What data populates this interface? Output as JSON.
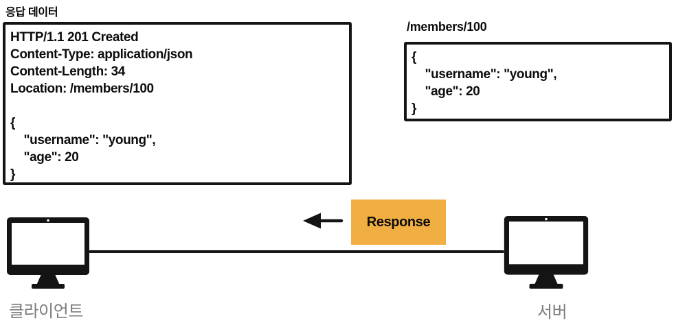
{
  "diagram": {
    "title": "응답 데이터",
    "response_box": {
      "content": "HTTP/1.1 201 Created\nContent-Type: application/json\nContent-Length: 34\nLocation: /members/100\n\n{\n    \"username\": \"young\",\n    \"age\": 20\n}",
      "http_status_line": "HTTP/1.1 201 Created",
      "headers": [
        {
          "name": "Content-Type",
          "value": "application/json"
        },
        {
          "name": "Content-Length",
          "value": "34"
        },
        {
          "name": "Location",
          "value": "/members/100"
        }
      ],
      "body_json": {
        "username": "young",
        "age": 20
      }
    },
    "resource_label": "/members/100",
    "resource_box": {
      "content": "{\n    \"username\": \"young\",\n    \"age\": 20\n}",
      "body_json": {
        "username": "young",
        "age": 20
      }
    },
    "message": {
      "label": "Response",
      "direction": "left",
      "badge_color": "#F1AE42"
    },
    "client_label": "클라이언트",
    "server_label": "서버",
    "icons": {
      "arrow": "arrow-left-icon",
      "client": "monitor-icon",
      "server": "monitor-icon"
    },
    "colors": {
      "ink": "#141414",
      "badge": "#F1AE42",
      "device_label_gray": "#7c7c7c",
      "background": "#ffffff"
    }
  }
}
